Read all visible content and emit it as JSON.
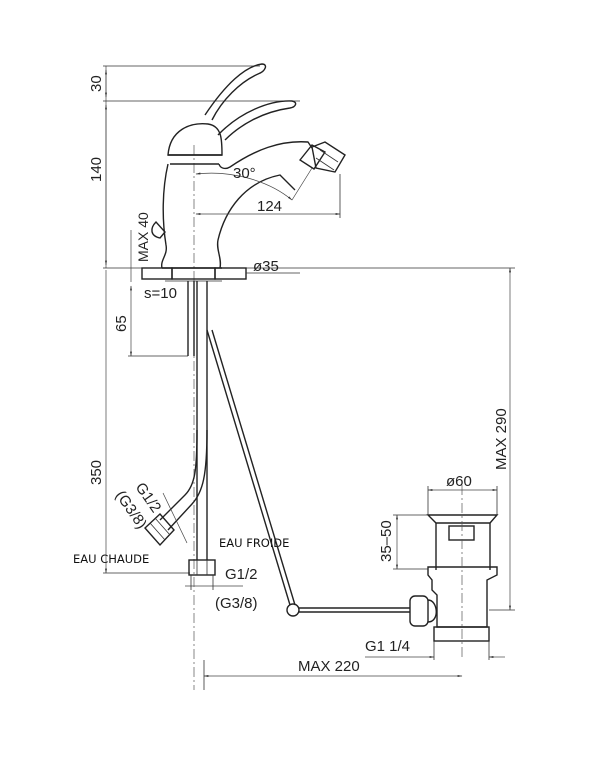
{
  "drawing": {
    "subject": "Single-lever bidet mixer with pop-up waste — dimensional drawing",
    "dimensions": {
      "lever_travel": "30",
      "body_height": "140",
      "max_deck_thickness": "MAX 40",
      "spout_reach": "124",
      "spray_angle": "30°",
      "base_diameter": "ø35",
      "shank_thickness": "s=10",
      "shank_length": "65",
      "hose_length": "350",
      "hot_connection": "G1/2",
      "hot_connection_alt": "(G3/8)",
      "cold_connection": "G1/2",
      "cold_connection_alt": "(G3/8)",
      "waste_diameter": "ø60",
      "waste_height_range": "35–50",
      "waste_thread": "G1  1/4",
      "max_rod_depth": "MAX 290",
      "max_rod_reach": "MAX 220"
    },
    "labels": {
      "hot_water": "EAU CHAUDE",
      "cold_water": "EAU FROIDE"
    }
  }
}
